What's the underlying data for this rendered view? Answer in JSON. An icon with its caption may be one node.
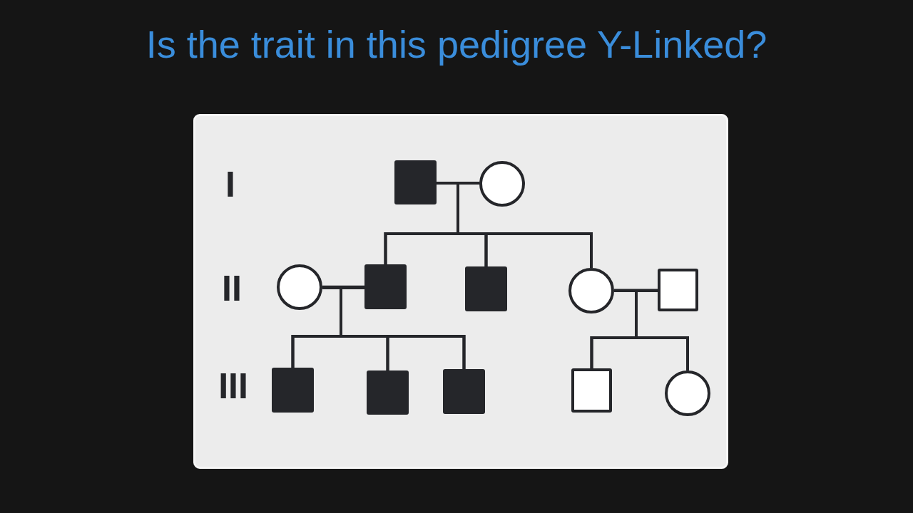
{
  "diagram": {
    "title": "Is the trait in this pedigree Y-Linked?",
    "nodes": [
      {
        "text": [],
        "shape": "filled-square"
      },
      {
        "text": [],
        "shape": "circle"
      },
      {
        "text": [],
        "shape": "circle"
      },
      {
        "text": [],
        "shape": "filled-square"
      },
      {
        "text": [],
        "shape": "filled-square"
      },
      {
        "text": [],
        "shape": "circle"
      },
      {
        "text": [],
        "shape": "square"
      },
      {
        "text": [],
        "shape": "filled-square"
      },
      {
        "text": [],
        "shape": "filled-square"
      },
      {
        "text": [],
        "shape": "filled-square"
      },
      {
        "text": [],
        "shape": "square"
      },
      {
        "text": [],
        "shape": "circle"
      }
    ],
    "edges": [
      {
        "from": 0,
        "to": 1,
        "arrow": "none"
      },
      {
        "from": 0,
        "to": 3,
        "arrow": "none"
      },
      {
        "from": 1,
        "to": 3,
        "arrow": "none"
      },
      {
        "from": 0,
        "to": 4,
        "arrow": "none"
      },
      {
        "from": 1,
        "to": 4,
        "arrow": "none"
      },
      {
        "from": 0,
        "to": 5,
        "arrow": "none"
      },
      {
        "from": 1,
        "to": 5,
        "arrow": "none"
      },
      {
        "from": 2,
        "to": 3,
        "arrow": "none"
      },
      {
        "from": 2,
        "to": 7,
        "arrow": "none"
      },
      {
        "from": 3,
        "to": 7,
        "arrow": "none"
      },
      {
        "from": 2,
        "to": 8,
        "arrow": "none"
      },
      {
        "from": 3,
        "to": 8,
        "arrow": "none"
      },
      {
        "from": 2,
        "to": 9,
        "arrow": "none"
      },
      {
        "from": 3,
        "to": 9,
        "arrow": "none"
      },
      {
        "from": 5,
        "to": 6,
        "arrow": "none"
      },
      {
        "from": 5,
        "to": 10,
        "arrow": "none"
      },
      {
        "from": 6,
        "to": 10,
        "arrow": "none"
      },
      {
        "from": 5,
        "to": 11,
        "arrow": "none"
      },
      {
        "from": 6,
        "to": 11,
        "arrow": "none"
      }
    ],
    "labels": [
      "I",
      "II",
      "III"
    ]
  }
}
